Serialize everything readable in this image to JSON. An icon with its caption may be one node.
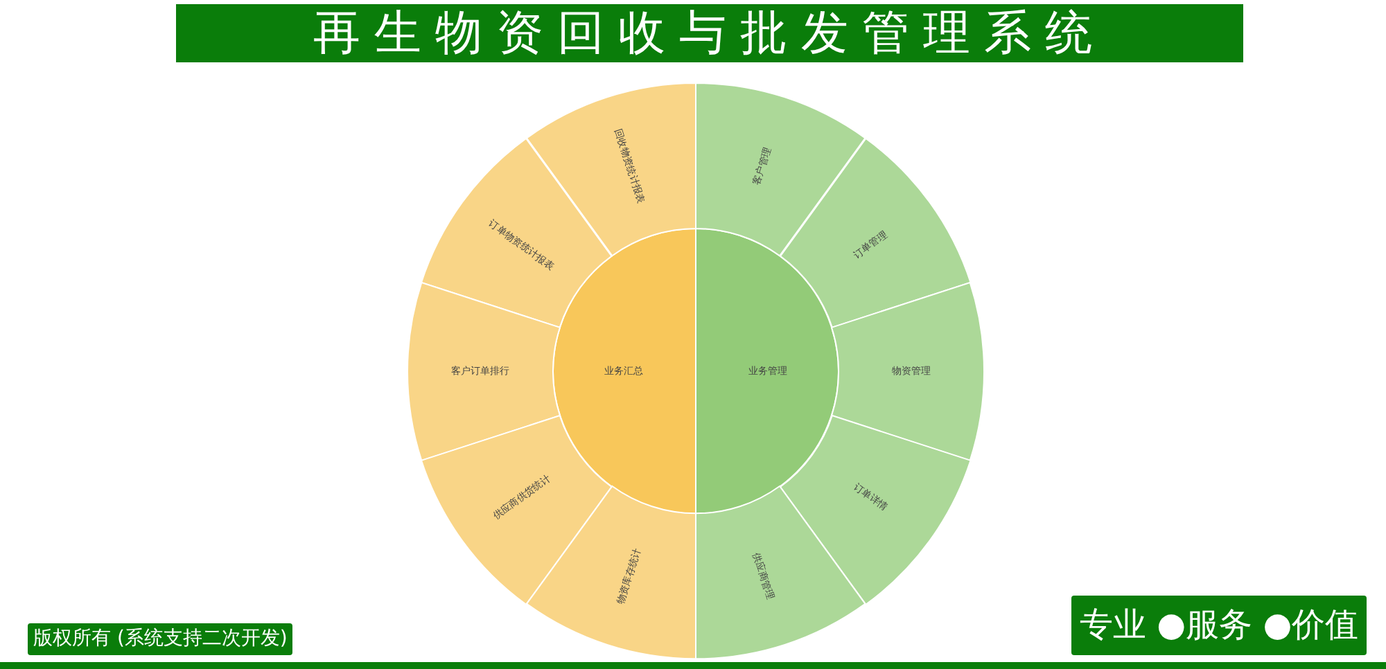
{
  "diagram": {
    "title": "再生物资回收与批发管理系统",
    "nodes": [
      {
        "text": [
          "业务汇总"
        ]
      },
      {
        "text": [
          "回收物资统计报表"
        ]
      },
      {
        "text": [
          "订单物资统计报表"
        ]
      },
      {
        "text": [
          "客户订单排行"
        ]
      },
      {
        "text": [
          "供应商供货统计"
        ]
      },
      {
        "text": [
          "物资库存统计"
        ]
      },
      {
        "text": [
          "业务管理"
        ]
      },
      {
        "text": [
          "客户管理"
        ]
      },
      {
        "text": [
          "订单管理"
        ]
      },
      {
        "text": [
          "物资管理"
        ]
      },
      {
        "text": [
          "订单详情"
        ]
      },
      {
        "text": [
          "供应商管理"
        ]
      }
    ],
    "labels": [
      "版权所有 (系统支持二次开发)",
      "专业 ●服务 ●价值"
    ]
  }
}
